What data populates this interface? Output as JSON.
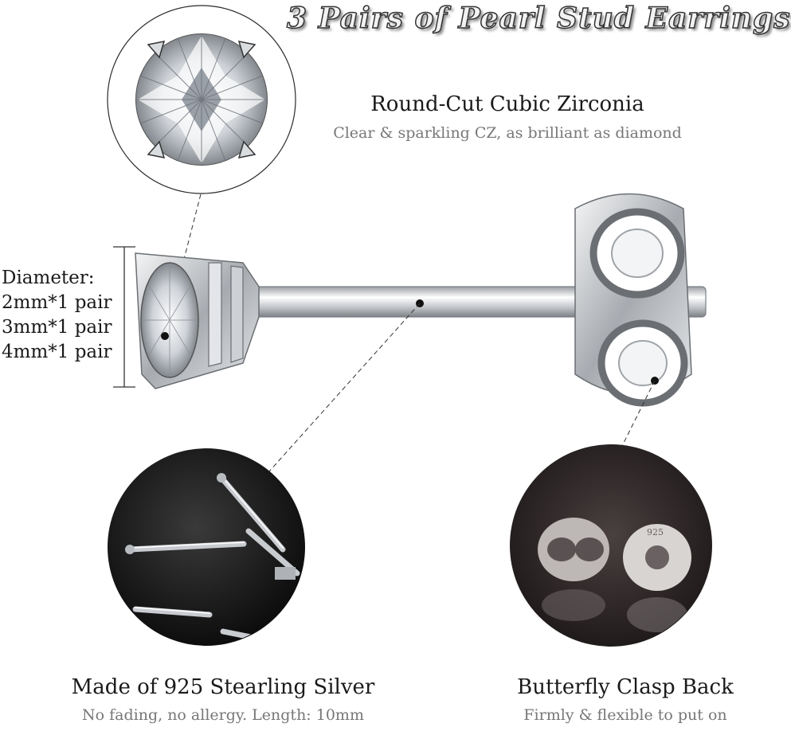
{
  "title": "3 Pairs of Pearl Stud Earrings",
  "stone": {
    "heading": "Round-Cut Cubic Zirconia",
    "description": "Clear & sparkling CZ, as brilliant as diamond"
  },
  "diameter": {
    "label": "Diameter:",
    "sizes": [
      "2mm*1 pair",
      "3mm*1 pair",
      "4mm*1 pair"
    ]
  },
  "material": {
    "heading": "Made of 925 Stearling Silver",
    "description": "No fading, no allergy. Length: 10mm"
  },
  "clasp": {
    "heading": "Butterfly Clasp Back",
    "description": "Firmly & flexible to put on",
    "stamp": "925"
  }
}
